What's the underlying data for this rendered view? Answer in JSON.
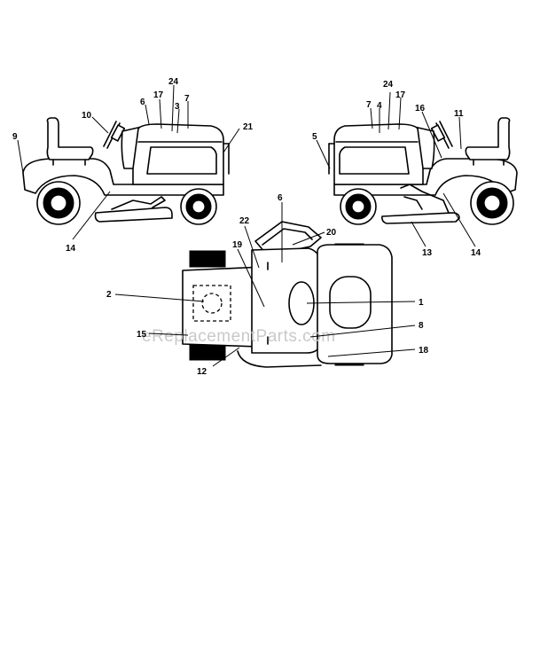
{
  "watermark": "eReplacementParts.com",
  "callouts": {
    "c1": "1",
    "c2": "2",
    "c3": "3",
    "c4": "4",
    "c5": "5",
    "c6": "6",
    "c6b": "6",
    "c7": "7",
    "c7b": "7",
    "c8": "8",
    "c9": "9",
    "c10": "10",
    "c11": "11",
    "c12": "12",
    "c13": "13",
    "c14": "14",
    "c14b": "14",
    "c15": "15",
    "c16": "16",
    "c17": "17",
    "c17b": "17",
    "c18": "18",
    "c19": "19",
    "c20": "20",
    "c21": "21",
    "c22": "22",
    "c24": "24",
    "c24b": "24"
  }
}
